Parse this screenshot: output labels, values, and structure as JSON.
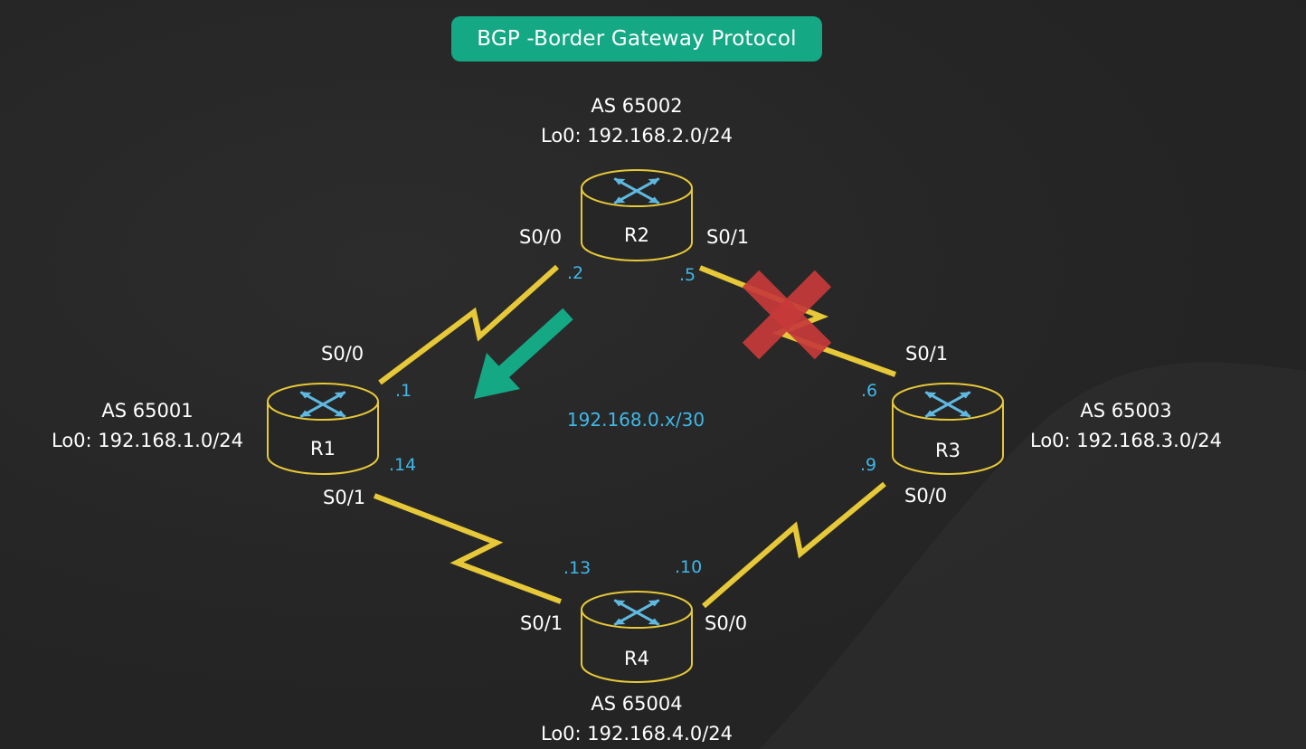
{
  "title": "BGP -Border Gateway Protocol",
  "colors": {
    "title_bg": "#14a884",
    "link": "#e6c838",
    "ip_text": "#3fb8ea",
    "router_outline": "#e6c838",
    "router_arrows": "#5fb8e0",
    "failure_x": "#c73a3a",
    "advert_arrow": "#14a884"
  },
  "routers": [
    {
      "name": "R1",
      "as": "AS 65001",
      "loopback": "Lo0: 192.168.1.0/24"
    },
    {
      "name": "R2",
      "as": "AS 65002",
      "loopback": "Lo0: 192.168.2.0/24"
    },
    {
      "name": "R3",
      "as": "AS 65003",
      "loopback": "Lo0: 192.168.3.0/24"
    },
    {
      "name": "R4",
      "as": "AS 65004",
      "loopback": "Lo0: 192.168.4.0/24"
    }
  ],
  "interfaces": {
    "r1_s00": "S0/0",
    "r1_s01": "S0/1",
    "r2_s00": "S0/0",
    "r2_s01": "S0/1",
    "r3_s01": "S0/1",
    "r3_s00": "S0/0",
    "r4_s01": "S0/1",
    "r4_s00": "S0/0"
  },
  "ip_suffixes": {
    "r2_s00": ".2",
    "r2_s01": ".5",
    "r1_s00": ".1",
    "r1_s01": ".14",
    "r3_s01": ".6",
    "r3_s00": ".9",
    "r4_s01": ".13",
    "r4_s00": ".10"
  },
  "subnet": "192.168.0.x/30",
  "links": [
    {
      "from": "R1",
      "to": "R2",
      "status": "up"
    },
    {
      "from": "R2",
      "to": "R3",
      "status": "down"
    },
    {
      "from": "R3",
      "to": "R4",
      "status": "up"
    },
    {
      "from": "R1",
      "to": "R4",
      "status": "up"
    }
  ],
  "icons": {
    "router": "router-icon",
    "serial_link": "serial-link-icon",
    "link_down": "x-mark-icon",
    "direction": "arrow-icon"
  }
}
